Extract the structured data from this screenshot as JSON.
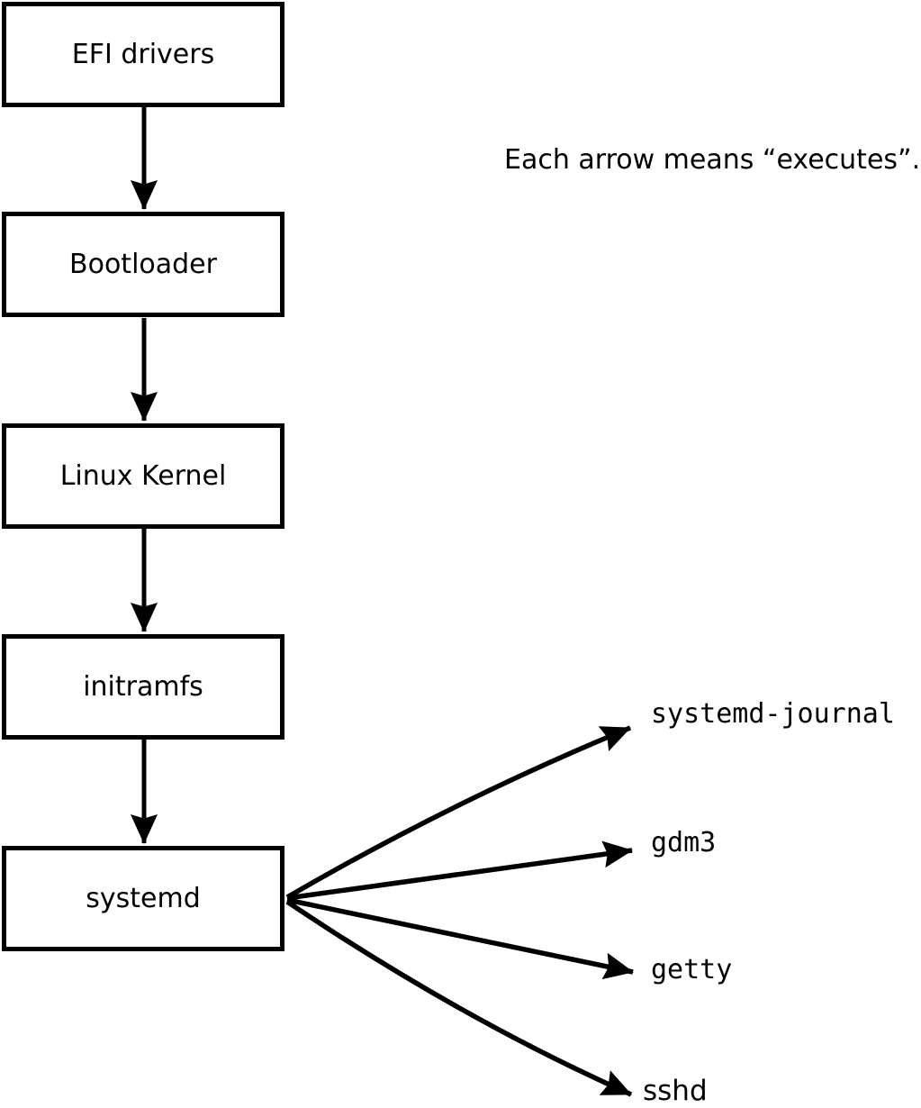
{
  "note": {
    "text": "Each arrow means “executes”."
  },
  "chain": [
    {
      "id": "efi-drivers",
      "label": "EFI drivers"
    },
    {
      "id": "bootloader",
      "label": "Bootloader"
    },
    {
      "id": "linux-kernel",
      "label": "Linux Kernel"
    },
    {
      "id": "initramfs",
      "label": "initramfs"
    },
    {
      "id": "systemd",
      "label": "systemd"
    }
  ],
  "spawned": [
    {
      "id": "systemd-journal",
      "label": "systemd-journal"
    },
    {
      "id": "gdm3",
      "label": "gdm3"
    },
    {
      "id": "getty",
      "label": "getty"
    },
    {
      "id": "sshd",
      "label": "sshd"
    }
  ],
  "edges": {
    "relation": "executes",
    "vertical": [
      "efi-drivers->bootloader",
      "bootloader->linux-kernel",
      "linux-kernel->initramfs",
      "initramfs->systemd"
    ],
    "fanout": [
      "systemd->systemd-journal",
      "systemd->gdm3",
      "systemd->getty",
      "systemd->sshd"
    ]
  },
  "colors": {
    "ink": "#000000",
    "background": "#ffffff"
  }
}
